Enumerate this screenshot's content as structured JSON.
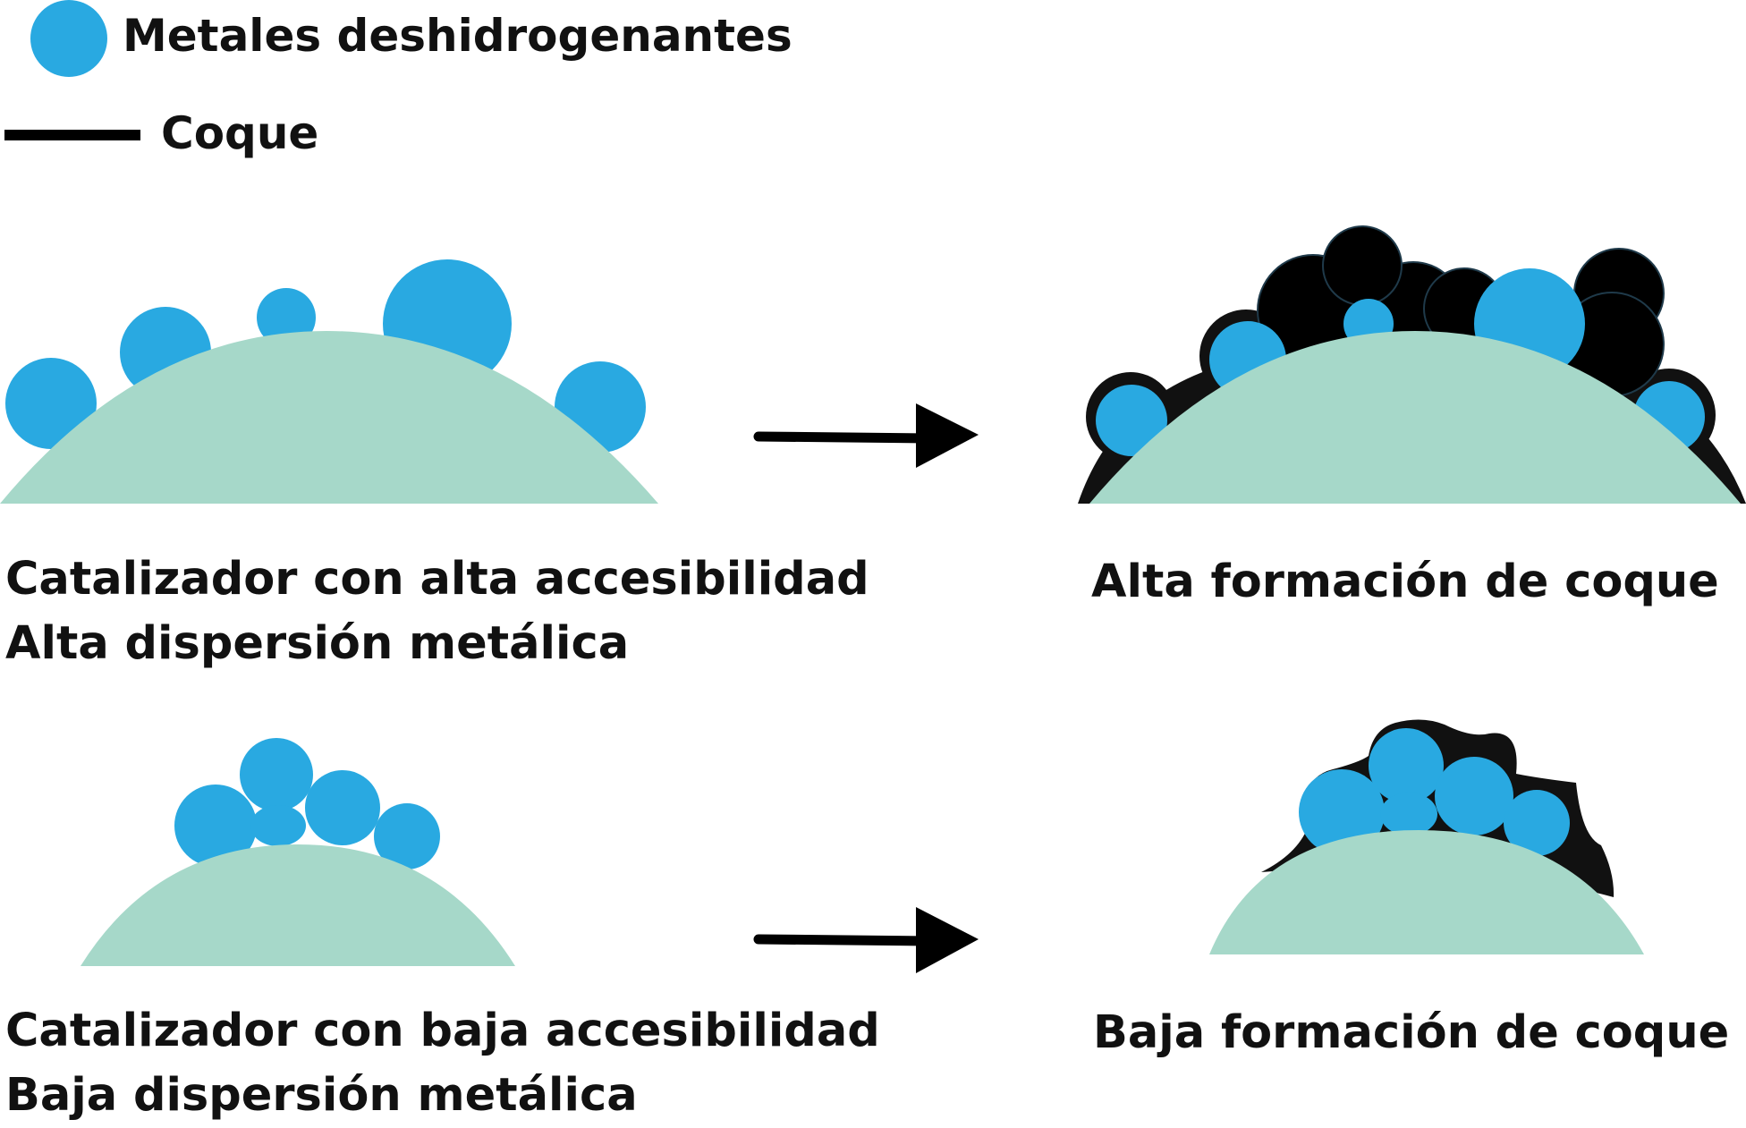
{
  "legend": {
    "metals_label": "Metales deshidrogenantes",
    "coke_label": "Coque"
  },
  "colors": {
    "metal": "#29a9e1",
    "support": "#a6d8c9",
    "coke": "#000000",
    "text": "#111111"
  },
  "scenario_high": {
    "caption_line1": "Catalizador con alta accesibilidad",
    "caption_line2": "Alta dispersión metálica",
    "result": "Alta formación de coque"
  },
  "scenario_low": {
    "caption_line1": "Catalizador con baja accesibilidad",
    "caption_line2": "Baja dispersión metálica",
    "result": "Baja formación de coque"
  }
}
